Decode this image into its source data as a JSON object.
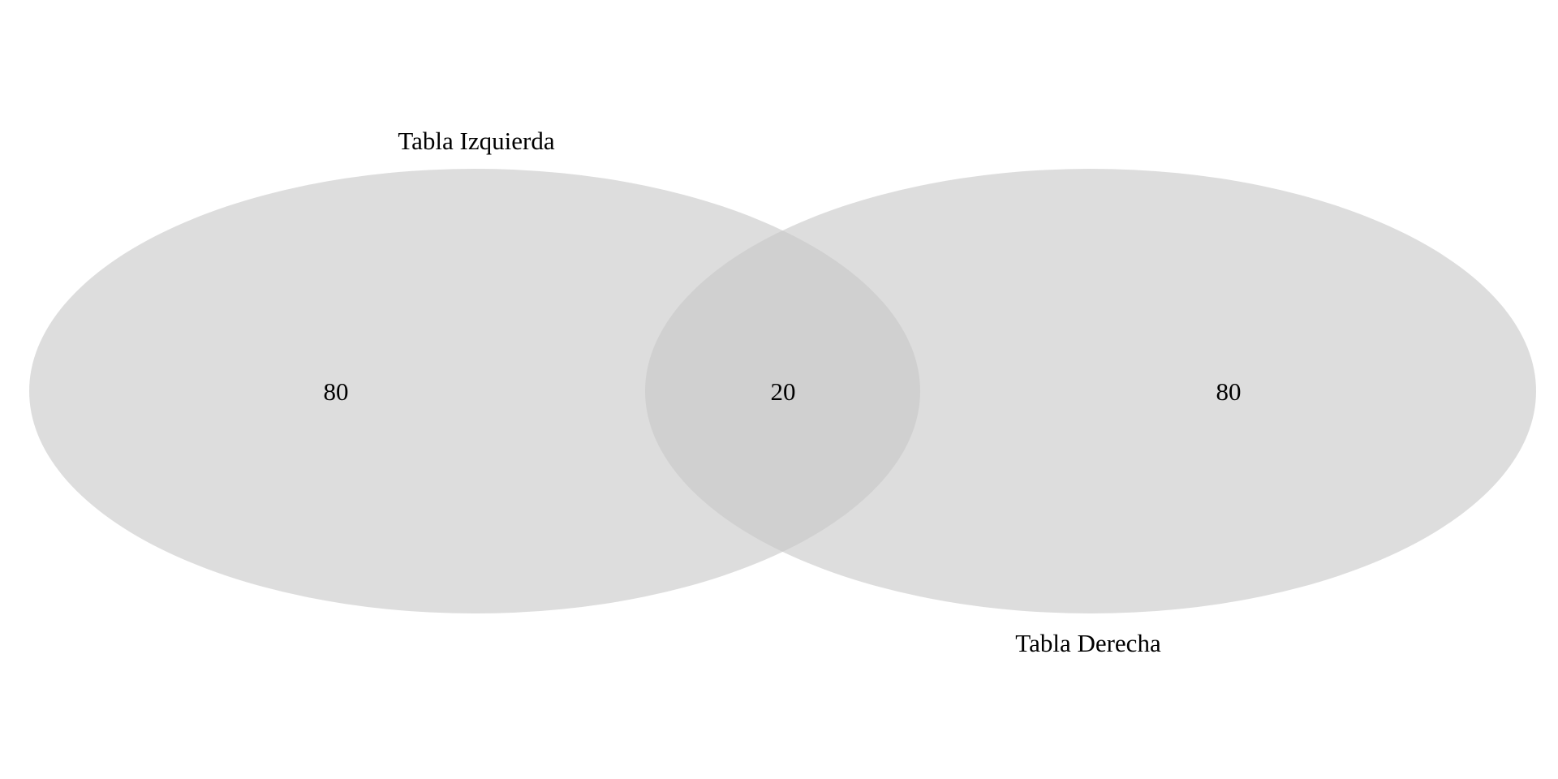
{
  "diagram": {
    "type": "venn",
    "fill_color": "#c8c8c8",
    "sets": [
      {
        "label": "Tabla Izquierda",
        "only_count": "80"
      },
      {
        "label": "Tabla Derecha",
        "only_count": "80"
      }
    ],
    "intersection_count": "20"
  }
}
